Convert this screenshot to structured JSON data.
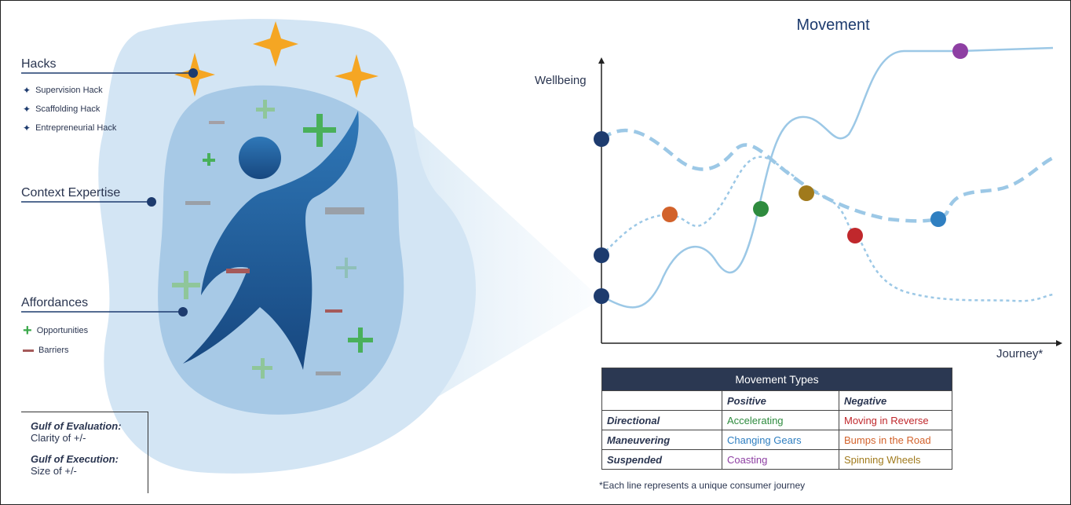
{
  "left": {
    "hacks": {
      "title": "Hacks",
      "items": [
        "Supervision Hack",
        "Scaffolding Hack",
        "Entrepreneurial Hack"
      ]
    },
    "context_title": "Context Expertise",
    "affordances": {
      "title": "Affordances",
      "items": [
        {
          "icon": "plus-icon",
          "label": "Opportunities"
        },
        {
          "icon": "minus-icon",
          "label": "Barriers"
        }
      ]
    },
    "gulf": {
      "evaluation_title": "Gulf of Evaluation:",
      "evaluation_text": "Clarity of +/-",
      "execution_title": "Gulf of Execution:",
      "execution_text": "Size of +/-"
    }
  },
  "right": {
    "title": "Movement",
    "y_axis": "Wellbeing",
    "x_axis": "Journey*",
    "table": {
      "title": "Movement Types",
      "col_headers": [
        "",
        "Positive",
        "Negative"
      ],
      "rows": [
        {
          "label": "Directional",
          "positive": "Accelerating",
          "negative": "Moving in Reverse"
        },
        {
          "label": "Maneuvering",
          "positive": "Changing Gears",
          "negative": "Bumps in the Road"
        },
        {
          "label": "Suspended",
          "positive": "Coasting",
          "negative": "Spinning Wheels"
        }
      ]
    },
    "footnote": "*Each line represents a unique consumer journey"
  },
  "colors": {
    "navy": "#1d3b6e",
    "line_blue": "#9cc8e6",
    "accelerating": "#2e8b3e",
    "moving_in_reverse": "#c0282c",
    "changing_gears": "#2f7fc1",
    "bumps_in_the_road": "#d2622b",
    "coasting": "#8e3fa3",
    "spinning_wheels": "#a07a1c",
    "star": "#f5a623"
  }
}
